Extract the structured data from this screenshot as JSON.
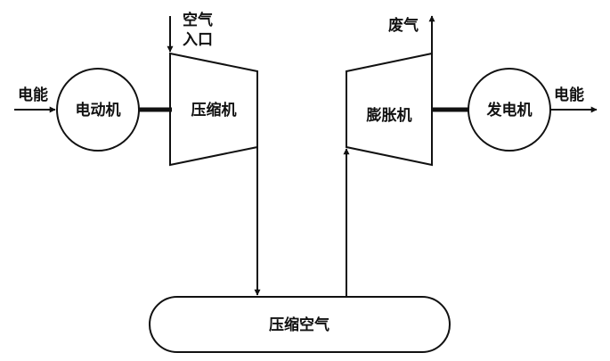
{
  "diagram": {
    "title": "压缩空气储能系统示意图",
    "nodes": {
      "motor": {
        "label": "电动机"
      },
      "compressor": {
        "label": "压缩机"
      },
      "expander": {
        "label": "膨胀机"
      },
      "generator": {
        "label": "发电机"
      },
      "storage": {
        "label": "压缩空气"
      }
    },
    "flows": {
      "power_in": {
        "label": "电能"
      },
      "air_inlet": {
        "line1": "空气",
        "line2": "入口"
      },
      "exhaust": {
        "label": "废气"
      },
      "power_out": {
        "label": "电能"
      }
    },
    "edges": [
      {
        "from": "power_in",
        "to": "motor",
        "type": "energy"
      },
      {
        "from": "motor",
        "to": "compressor",
        "type": "shaft"
      },
      {
        "from": "air_inlet",
        "to": "compressor",
        "type": "air"
      },
      {
        "from": "compressor",
        "to": "storage",
        "type": "air"
      },
      {
        "from": "storage",
        "to": "expander",
        "type": "air"
      },
      {
        "from": "expander",
        "to": "exhaust",
        "type": "air"
      },
      {
        "from": "expander",
        "to": "generator",
        "type": "shaft"
      },
      {
        "from": "generator",
        "to": "power_out",
        "type": "energy"
      }
    ],
    "colors": {
      "stroke": "#111111",
      "background": "#ffffff"
    }
  }
}
